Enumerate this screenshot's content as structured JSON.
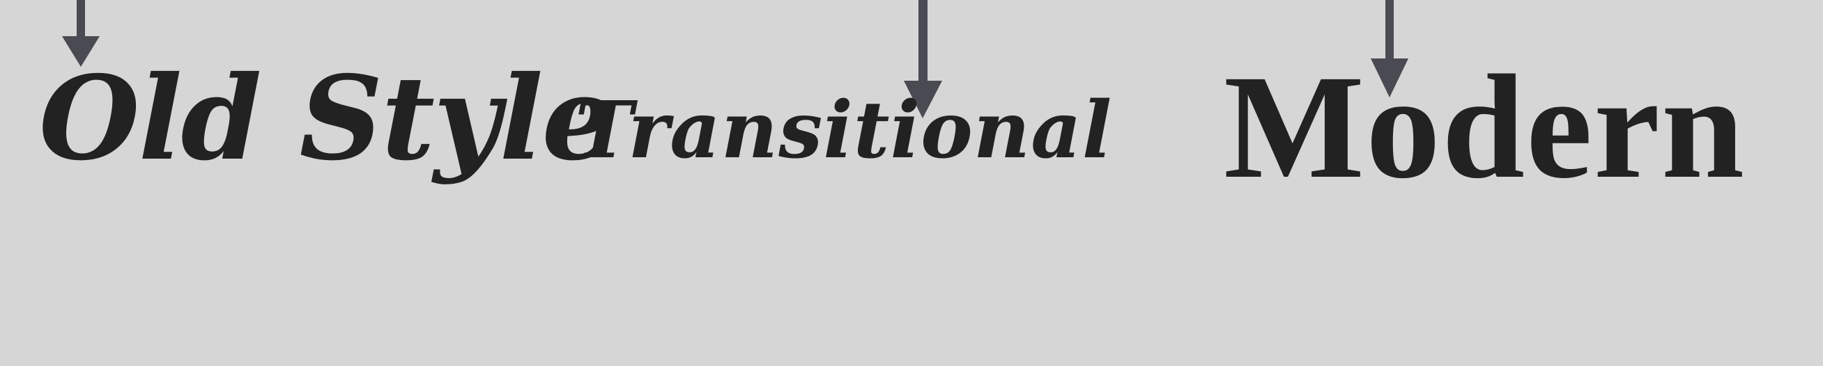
{
  "labels": {
    "old_style": "Old Style",
    "transitional": "Transitional",
    "modern": "Modern"
  },
  "colors": {
    "background": "#d6d6d6",
    "text": "#222222",
    "arrow": "#4a4b52"
  }
}
